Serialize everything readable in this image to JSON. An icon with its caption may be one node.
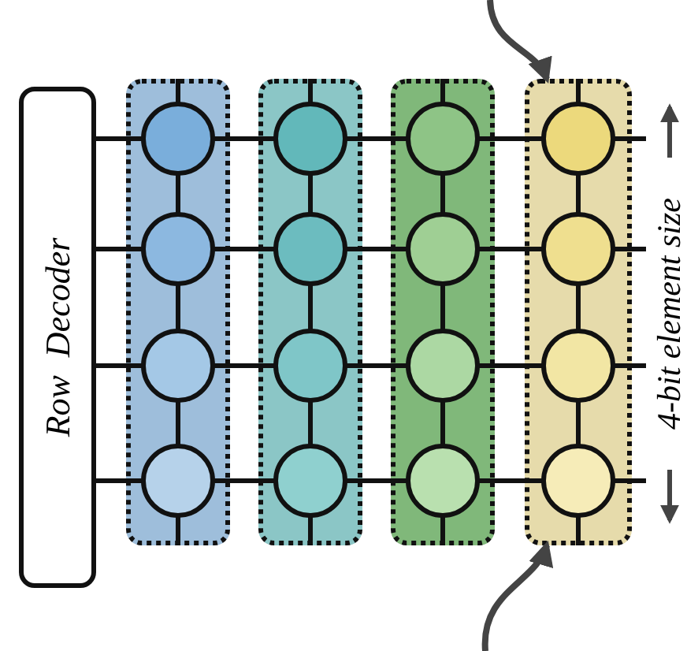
{
  "diagram": {
    "nodes": [
      {
        "text": [
          "Row Decoder"
        ]
      },
      {
        "text": [],
        "shape": "box"
      },
      {
        "text": [],
        "shape": "box"
      },
      {
        "text": [],
        "shape": "box"
      },
      {
        "text": [],
        "shape": "box"
      }
    ],
    "edges": [
      {
        "from": null,
        "to": 4,
        "arrow": "to"
      },
      {
        "from": null,
        "to": 4,
        "arrow": "to"
      }
    ],
    "labels": [
      "4-bit element size"
    ]
  }
}
